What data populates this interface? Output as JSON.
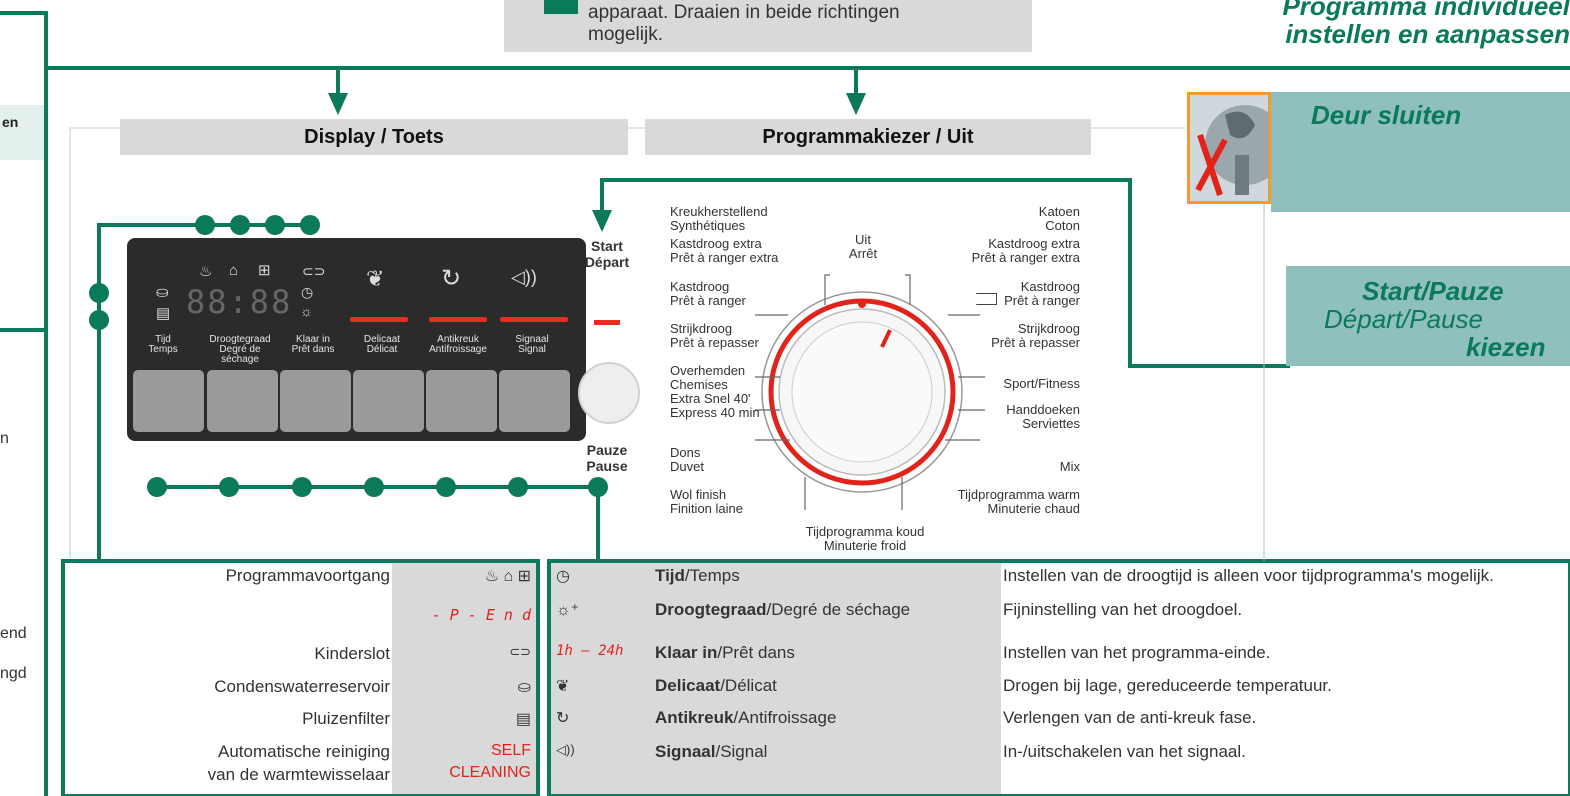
{
  "top_note": {
    "line1": "apparaat. Draaien in beide richtingen",
    "line2": "mogelijk."
  },
  "top_right_title": {
    "line1": "Programma individueel",
    "line2": "instellen en aanpassen"
  },
  "headers": {
    "display": "Display / Toets",
    "program": "Programmakiezer / Uit"
  },
  "left_snippets": {
    "s1": "en",
    "s2": "n",
    "s3": "end",
    "s4": "ngd"
  },
  "right_panel": {
    "door": "Deur sluiten",
    "start_line1": "Start/Pauze",
    "start_line2": "Départ/Pause",
    "start_line3": "kiezen"
  },
  "control_panel": {
    "start_label": [
      "Start",
      "Départ"
    ],
    "pause_label": [
      "Pauze",
      "Pause"
    ],
    "display_digits": "88:88",
    "button_labels": [
      [
        "Tijd",
        "Temps"
      ],
      [
        "Droogtegraad",
        "Degré de",
        "séchage"
      ],
      [
        "Klaar in",
        "Prêt dans"
      ],
      [
        "Delicaat",
        "Délicat"
      ],
      [
        "Antikreuk",
        "Antifroissage"
      ],
      [
        "Signaal",
        "Signal"
      ]
    ]
  },
  "dial": {
    "top": [
      "Uit",
      "Arrêt"
    ],
    "bottom": [
      "Tijdprogramma koud",
      "Minuterie froid"
    ],
    "left_programs": [
      [
        "Kreukherstellend",
        "Synthétiques"
      ],
      [
        "Kastdroog extra",
        "Prêt à ranger extra"
      ],
      [
        "Kastdroog",
        "Prêt à ranger"
      ],
      [
        "Strijkdroog",
        "Prêt à repasser"
      ],
      [
        "Overhemden",
        "Chemises"
      ],
      [
        "Extra Snel 40'",
        "Express 40 min"
      ],
      [
        "Dons",
        "Duvet"
      ],
      [
        "Wol finish",
        "Finition laine"
      ]
    ],
    "right_programs": [
      [
        "Katoen",
        "Coton"
      ],
      [
        "Kastdroog extra",
        "Prêt à ranger extra"
      ],
      [
        "Kastdroog",
        "Prêt à ranger"
      ],
      [
        "Strijkdroog",
        "Prêt à repasser"
      ],
      [
        "Sport/Fitness"
      ],
      [
        "Handdoeken",
        "Serviettes"
      ],
      [
        "Mix"
      ],
      [
        "Tijdprogramma warm",
        "Minuterie chaud"
      ]
    ]
  },
  "status_rows": [
    {
      "label": "Programmavoortgang",
      "symbol": "♨ ⌂ ⊞"
    },
    {
      "label": "",
      "symbol": "- P -  E n d"
    },
    {
      "label": "Kinderslot",
      "symbol": "⊂⊃"
    },
    {
      "label": "Condenswaterreservoir",
      "symbol": "⛀"
    },
    {
      "label": "Pluizenfilter",
      "symbol": "▤"
    },
    {
      "label": "Automatische reiniging",
      "label2": "van de warmtewisselaar",
      "symbol": "SELF",
      "symbol2": "CLEANING"
    }
  ],
  "function_rows": [
    {
      "symbol": "◷",
      "bold": "Tijd",
      "rest": "/Temps",
      "desc": "Instellen van de droogtijd is alleen voor tijdprogramma's mogelijk."
    },
    {
      "symbol": "☼⁺",
      "bold": "Droogtegraad",
      "rest": "/Degré de séchage",
      "desc": "Fijninstelling van het droogdoel."
    },
    {
      "symbol": "1h – 24h",
      "bold": "Klaar in",
      "rest": "/Prêt dans",
      "desc": "Instellen van het programma-einde."
    },
    {
      "symbol": "❦",
      "bold": "Delicaat",
      "rest": "/Délicat",
      "desc": "Drogen bij lage, gereduceerde temperatuur."
    },
    {
      "symbol": "↻",
      "bold": "Antikreuk",
      "rest": "/Antifroissage",
      "desc": "Verlengen van de anti-kreuk fase."
    },
    {
      "symbol": "◁))",
      "bold": "Signaal",
      "rest": "/Signal",
      "desc": "In-/uitschakelen van het signaal."
    }
  ],
  "colors": {
    "green": "#0b7a5a",
    "red": "#e2231a",
    "gray_box": "#d9d9d9",
    "teal_box": "#8fc0bd",
    "panel": "#2a2a2a"
  }
}
